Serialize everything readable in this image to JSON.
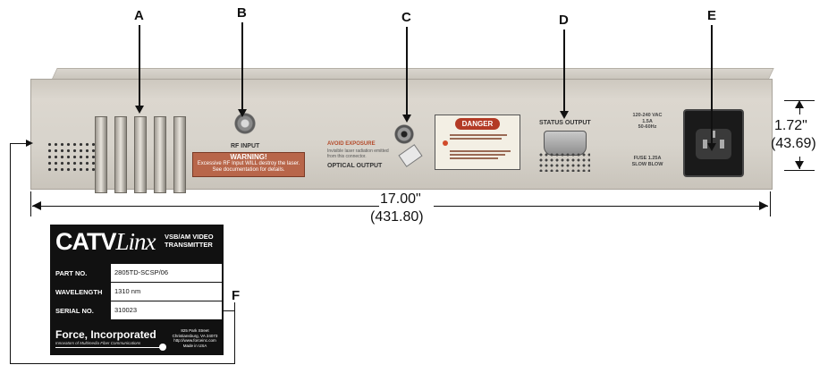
{
  "callouts": {
    "a": "A",
    "b": "B",
    "c": "C",
    "d": "D",
    "e": "E",
    "f": "F"
  },
  "panel": {
    "rf_input": "RF INPUT",
    "warning_title": "WARNING!",
    "warning_text": "Excessive RF Input WILL destroy the laser. See documentation for details.",
    "avoid_exposure": "AVOID EXPOSURE",
    "avoid_text": "Invisible laser radiation emitted from this connector.",
    "optical_output": "OPTICAL OUTPUT",
    "danger": "DANGER",
    "status_output": "STATUS OUTPUT",
    "power_rating": "120-240 VAC\n1.5A\n50-60Hz",
    "fuse": "FUSE 1.25A\nSLOW BLOW"
  },
  "dimensions": {
    "width_in": "17.00\"",
    "width_mm": "(431.80)",
    "height_in": "1.72\"",
    "height_mm": "(43.69)"
  },
  "nameplate": {
    "brand_catv": "CATV",
    "brand_linx": "Linx",
    "subtitle": "VSB/AM VIDEO TRANSMITTER",
    "part_label": "PART NO.",
    "part_value": "2805TD-SCSP/06",
    "wavelength_label": "WAVELENGTH",
    "wavelength_value": "1310 nm",
    "serial_label": "SERIAL NO.",
    "serial_value": "310023",
    "company": "Force, Incorporated",
    "tagline": "Innovators of Multimedia Fiber Communications",
    "address": "825 Park Street\nChristiansburg, VA 24073\nhttp://www.forceinc.com\nMade in USA"
  }
}
